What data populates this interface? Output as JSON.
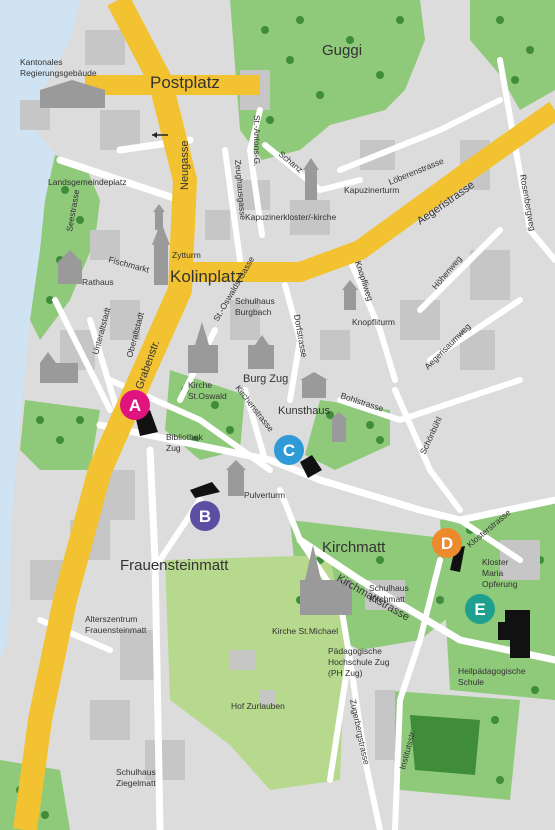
{
  "colors": {
    "water": "#cfe3f2",
    "land": "#dcdcdc",
    "green": "#8fc97a",
    "light_green": "#b6d98e",
    "dark_green": "#3f8c3a",
    "building": "#c6c6c6",
    "road": "#ffffff",
    "main_road": "#f2c230",
    "target_building": "#111111"
  },
  "markers": [
    {
      "letter": "A",
      "color": "#e0147f"
    },
    {
      "letter": "B",
      "color": "#5b4fa3"
    },
    {
      "letter": "C",
      "color": "#2e9ad6"
    },
    {
      "letter": "D",
      "color": "#ee8a2e"
    },
    {
      "letter": "E",
      "color": "#1fa08f"
    }
  ],
  "labels": {
    "postplatz": "Postplatz",
    "kolinplatz": "Kolinplatz",
    "guggi": "Guggi",
    "frauensteinmatt": "Frauensteinmatt",
    "kirchmatt": "Kirchmatt",
    "regierung_1": "Kantonales",
    "regierung_2": "Regierungsgebäude",
    "landsgemeindeplatz": "Landsgemeindeplatz",
    "rathaus": "Rathaus",
    "zytturm": "Zytturm",
    "kapuzinerkloster": "Kapuzinerkloster/-kirche",
    "kapuzinerturm": "Kapuzinerturm",
    "loeberenstrasse": "Löberenstrasse",
    "aegeristrasse": "Aegeristrasse",
    "rosenbergweg": "Rosenbergweg",
    "hoehenweg": "Höhenweg",
    "aegerisaumweg": "Aegerisaumweg",
    "schoenbuel": "Schönbühl",
    "knopfliweg": "Knopfliweg",
    "knopfliturm": "Knopfliturm",
    "schulhaus_burgbach_1": "Schulhaus",
    "schulhaus_burgbach_2": "Burgbach",
    "dorfstrasse": "Dorfstrasse",
    "burg_zug": "Burg Zug",
    "kunsthaus": "Kunsthaus",
    "bohlstrasse": "Bohlstrasse",
    "kirche_oswald_1": "Kirche",
    "kirche_oswald_2": "St.Oswald",
    "st_oswaldsgasse": "St.-Oswalds-Gasse",
    "kirchenstrasse": "Kirchenstrasse",
    "bibliothek_1": "Bibliothek",
    "bibliothek_2": "Zug",
    "pulverturm": "Pulverturm",
    "grabenstr": "Grabenstr.",
    "neugasse": "Neugasse",
    "seestrasse": "Seestrasse",
    "fischmarkt": "Fischmarkt",
    "unteraltstadt": "Unteraltstadt",
    "oberaltstadt": "Oberaltstadt",
    "zeughausgasse": "Zeughausgasse",
    "st_antonsgasse": "St.-Antons-G.",
    "schanz": "Schanz",
    "kirchmattstrasse": "Kirchmattstrasse",
    "schulhaus_kirchmatt_1": "Schulhaus",
    "schulhaus_kirchmatt_2": "Kirchmatt",
    "klosterstrasse": "Klosterstrasse",
    "kloster_1": "Kloster",
    "kloster_2": "Maria",
    "kloster_3": "Opferung",
    "heilpaed_1": "Heilpädagogische",
    "heilpaed_2": "Schule",
    "kirche_michael": "Kirche St.Michael",
    "ph_1": "Pädagogische",
    "ph_2": "Hochschule Zug",
    "ph_3": "(PH Zug)",
    "alterszentrum_1": "Alterszentrum",
    "alterszentrum_2": "Frauensteinmatt",
    "hof_zurlauben": "Hof Zurlauben",
    "zugerbergstrasse": "Zugerbergstrasse",
    "institutsstr": "Institutsstr.",
    "schulhaus_ziegel_1": "Schulhaus",
    "schulhaus_ziegel_2": "Ziegelmatt"
  }
}
